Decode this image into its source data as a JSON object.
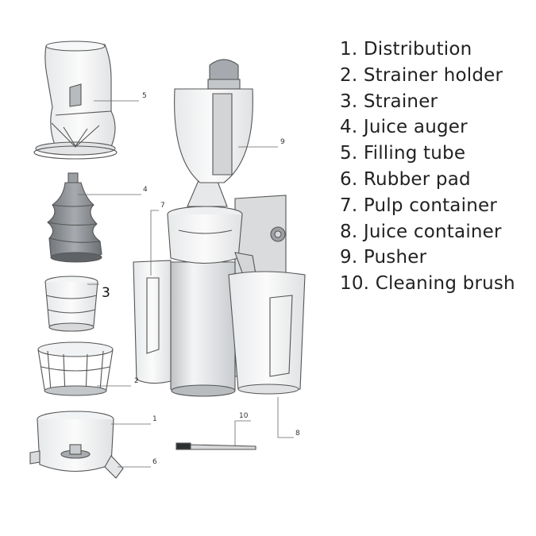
{
  "legend": {
    "items": [
      "1. Distribution",
      "2. Strainer holder",
      "3. Strainer",
      "4. Juice auger",
      "5. Filling tube",
      "6. Rubber pad",
      "7. Pulp container",
      "8. Juice container",
      "9. Pusher",
      "10. Cleaning brush"
    ]
  },
  "callouts": {
    "c1": "1",
    "c2": "2",
    "c3": "3",
    "c4": "4",
    "c5": "5",
    "c6": "6",
    "c7": "7",
    "c8": "8",
    "c9": "9",
    "c10": "10"
  },
  "colors": {
    "body_light": "#e9eaeb",
    "body_mid": "#cfd1d3",
    "auger": "#8b8f93",
    "outline": "#555555"
  }
}
